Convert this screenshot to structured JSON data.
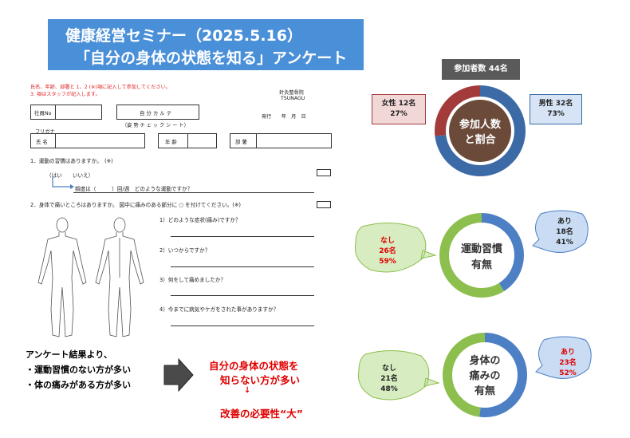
{
  "banner": {
    "line1": "健康経営セミナー（2025.5.16）",
    "line2": "「自分の身体の状態を知る」アンケート"
  },
  "form": {
    "instructions": [
      "氏名、年齢、部署と 1、2 (※)項に記入して参加してください。",
      "3. 項はスタッフが記入します。"
    ],
    "clinic_name": "針灸整骨院",
    "clinic_sub": "TSUNAGU",
    "employee_no_label": "社員No",
    "karte_title": "自 分 カ ル テ",
    "karte_sub": "（姿 勢 チ ェ ッ ク シ ー ト）",
    "issue_label": "発行　　年　月　日",
    "furigana_label": "フリガナ",
    "name_label": "氏 名",
    "age_label": "年 齢",
    "dept_label": "部 署",
    "q1": "1．運動の習慣はありますか。　(※)",
    "q1_options": "（はい　　いいえ）",
    "q1_followup": "頻度は（　　　）回/週　どのような運動ですか？",
    "q2": "2．身体で痛いところはありますか。 図中に痛みのある部分に ○ を付けてください。(※)",
    "sub_q1": "1）どのような症状(痛み)ですか？",
    "sub_q2": "2）いつからですか？",
    "sub_q3": "3）何をして痛めましたか？",
    "sub_q4": "4）今までに病気やケガをされた事がありますか？"
  },
  "conclusion": {
    "heading": "アンケート結果より、",
    "bullet1": "・運動習慣のない方が多い",
    "bullet2": "・体の痛みがある方が多い",
    "finding_line1": "自分の身体の状態を",
    "finding_line2": "知らない方が多い",
    "arrow": "↓",
    "need": "改善の必要性“大”"
  },
  "participants": {
    "total_label": "参加者数 44名",
    "center_line1": "参加人数",
    "center_line2": "と割合",
    "female_line1": "女性 12名",
    "female_line2": "27%",
    "male_line1": "男性 32名",
    "male_line2": "73%",
    "female_pct": 27,
    "male_pct": 73
  },
  "exercise": {
    "center_line1": "運動習慣",
    "center_line2": "有無",
    "yes_line1": "あり",
    "yes_line2": "18名",
    "yes_line3": "41%",
    "no_line1": "なし",
    "no_line2": "26名",
    "no_line3": "59%",
    "yes_pct": 41,
    "no_pct": 59
  },
  "pain": {
    "center_line1": "身体の",
    "center_line2": "痛みの",
    "center_line3": "有無",
    "yes_line1": "あり",
    "yes_line2": "23名",
    "yes_line3": "52%",
    "no_line1": "なし",
    "no_line2": "21名",
    "no_line3": "48%",
    "yes_pct": 52,
    "no_pct": 48
  },
  "colors": {
    "banner": "#4a90d9",
    "male": "#3b6aa6",
    "female": "#a33b3b",
    "green": "#8cbf4d",
    "blue": "#4d7fc4",
    "center_fill": "#6b4a3a",
    "total_box": "#5a5a5a",
    "female_box": "#f2d7d7",
    "male_box": "#d6e4f5",
    "bubble_green": "#d7ecc1",
    "bubble_blue": "#c9dcf3"
  }
}
